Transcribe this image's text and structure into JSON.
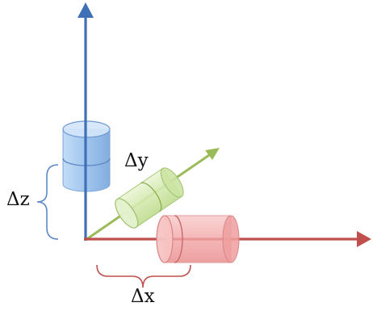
{
  "labels": {
    "delta_y": "Δy",
    "delta_z": "Δz",
    "delta_x": "Δx"
  },
  "colors": {
    "z_axis": "#3F6FB6",
    "x_axis": "#C0504D",
    "y_axis": "#9BBB59",
    "cylinder_blue": "#9CC3EC",
    "cylinder_green": "#D6EBB4",
    "cylinder_red": "#F2A9A9",
    "brace_blue": "#5B8AC6",
    "brace_red": "#C0504D"
  }
}
